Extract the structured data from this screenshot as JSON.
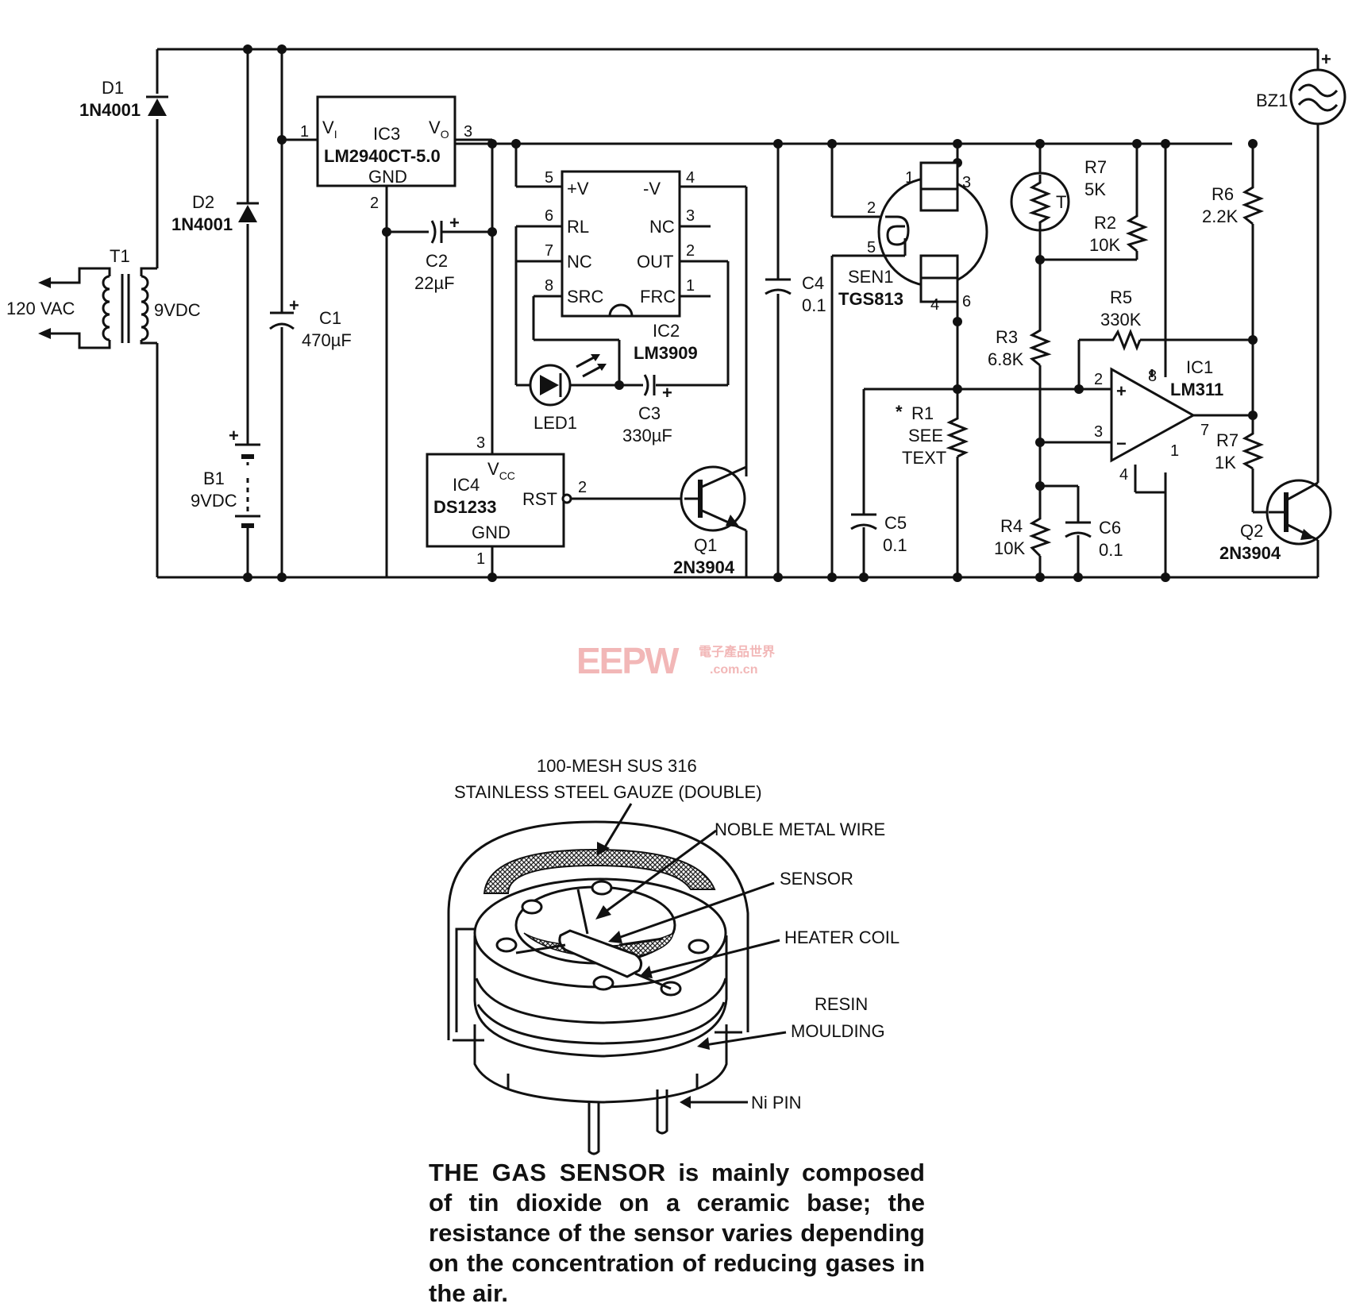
{
  "circuit": {
    "t1": {
      "name": "T1",
      "primary": "120 VAC",
      "secondary": "9VDC"
    },
    "d1": {
      "name": "D1",
      "part": "1N4001"
    },
    "d2": {
      "name": "D2",
      "part": "1N4001"
    },
    "b1": {
      "name": "B1",
      "value": "9VDC"
    },
    "c1": {
      "name": "C1",
      "value": "470µF"
    },
    "c2": {
      "name": "C2",
      "value": "22µF"
    },
    "c3": {
      "name": "C3",
      "value": "330µF"
    },
    "c4": {
      "name": "C4",
      "value": "0.1"
    },
    "c5": {
      "name": "C5",
      "value": "0.1"
    },
    "c6": {
      "name": "C6",
      "value": "0.1"
    },
    "ic3": {
      "name": "IC3",
      "part": "LM2940CT-5.0",
      "vi": "V",
      "vi_sub": "I",
      "vo": "V",
      "vo_sub": "O",
      "gnd": "GND",
      "pin1": "1",
      "pin2": "2",
      "pin3": "3"
    },
    "ic2": {
      "name": "IC2",
      "part": "LM3909",
      "left_pins": [
        "+V",
        "RL",
        "NC",
        "SRC"
      ],
      "left_nums": [
        "5",
        "6",
        "7",
        "8"
      ],
      "right_pins": [
        "-V",
        "NC",
        "OUT",
        "FRC"
      ],
      "right_nums": [
        "4",
        "3",
        "2",
        "1"
      ]
    },
    "led1": {
      "name": "LED1"
    },
    "ic4": {
      "name": "IC4",
      "part": "DS1233",
      "vcc": "V",
      "vcc_sub": "CC",
      "rst": "RST",
      "gnd": "GND",
      "pin1": "1",
      "pin2": "2",
      "pin3": "3"
    },
    "q1": {
      "name": "Q1",
      "part": "2N3904"
    },
    "q2": {
      "name": "Q2",
      "part": "2N3904"
    },
    "sen1": {
      "name": "SEN1",
      "part": "TGS813",
      "pins": [
        "1",
        "3",
        "2",
        "5",
        "4",
        "6"
      ]
    },
    "r1": {
      "star": "*",
      "name": "R1",
      "note1": "SEE",
      "note2": "TEXT"
    },
    "r2": {
      "name": "R2",
      "value": "10K"
    },
    "r3": {
      "name": "R3",
      "value": "6.8K"
    },
    "r4": {
      "name": "R4",
      "value": "10K"
    },
    "r5": {
      "name": "R5",
      "value": "330K"
    },
    "r6": {
      "name": "R6",
      "value": "2.2K"
    },
    "r7a": {
      "name": "R7",
      "value": "5K",
      "mark": "T"
    },
    "r7b": {
      "name": "R7",
      "value": "1K"
    },
    "ic1": {
      "name": "IC1",
      "part": "LM311",
      "pins": [
        "2",
        "8",
        "3",
        "7",
        "1",
        "4"
      ],
      "plus": "+",
      "minus": "−"
    },
    "bz1": {
      "name": "BZ1",
      "plus": "+"
    }
  },
  "watermark": {
    "brand": "EEPW",
    "cn": "電子產品世界",
    "url": ".com.cn"
  },
  "sensor_diagram": {
    "callouts": {
      "gauze_line1": "100-MESH SUS 316",
      "gauze_line2": "STAINLESS STEEL GAUZE (DOUBLE)",
      "noble": "NOBLE METAL WIRE",
      "sensor": "SENSOR",
      "heater": "HEATER COIL",
      "resin_line1": "RESIN",
      "resin_line2": "MOULDING",
      "pin": "Ni PIN"
    }
  },
  "caption": {
    "lead": "THE GAS SENSOR",
    "body": " is mainly composed of tin dioxide on a ceramic base; the resistance of the sensor varies depending on the concentration of reducing gases in the air."
  }
}
